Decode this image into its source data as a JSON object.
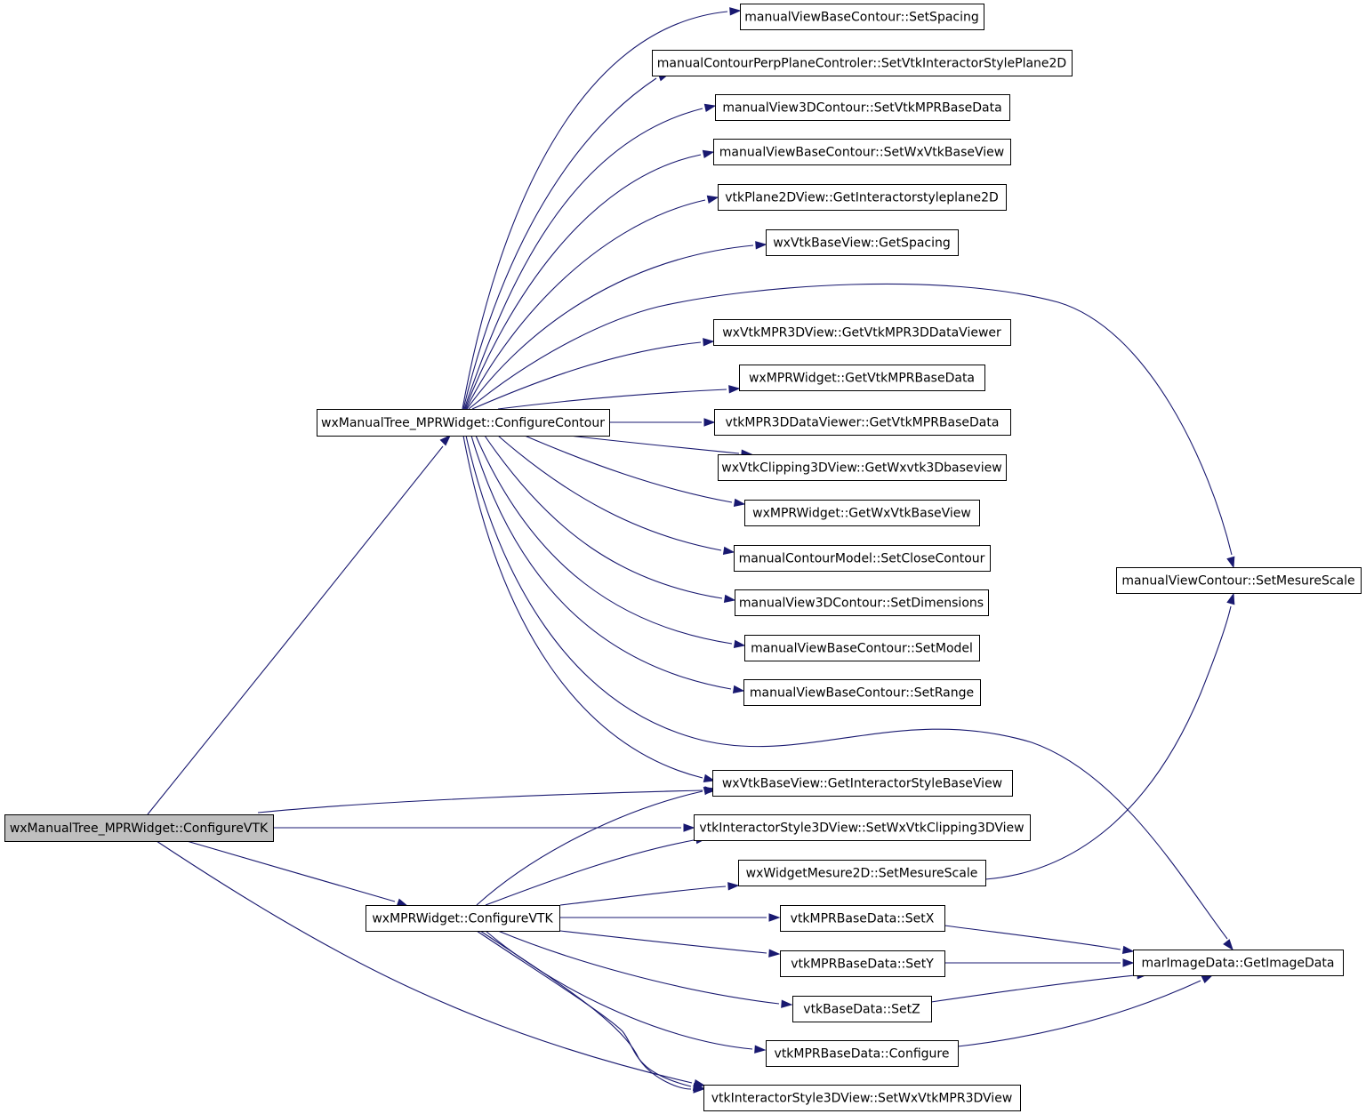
{
  "diagram": {
    "root_color": "#bfbfbf",
    "edge_color": "#191970",
    "nodes": {
      "configure_vtk_root": "wxManualTree_MPRWidget::ConfigureVTK",
      "configure_contour": "wxManualTree_MPRWidget::ConfigureContour",
      "mpr_configure_vtk": "wxMPRWidget::ConfigureVTK",
      "set_spacing": "manualViewBaseContour::SetSpacing",
      "set_vtk_interactor_style_plane2d": "manualContourPerpPlaneControler::SetVtkInteractorStylePlane2D",
      "set_vtk_mpr_base_data": "manualView3DContour::SetVtkMPRBaseData",
      "set_wx_vtk_base_view": "manualViewBaseContour::SetWxVtkBaseView",
      "get_interactorstyleplane2d": "vtkPlane2DView::GetInteractorstyleplane2D",
      "get_spacing": "wxVtkBaseView::GetSpacing",
      "get_vtk_mpr3d_data_viewer": "wxVtkMPR3DView::GetVtkMPR3DDataViewer",
      "mpr_get_vtk_mpr_base_data": "wxMPRWidget::GetVtkMPRBaseData",
      "viewer_get_vtk_mpr_base_data": "vtkMPR3DDataViewer::GetVtkMPRBaseData",
      "get_wxvtk3dbaseview": "wxVtkClipping3DView::GetWxvtk3Dbaseview",
      "get_wx_vtk_base_view": "wxMPRWidget::GetWxVtkBaseView",
      "set_close_contour": "manualContourModel::SetCloseContour",
      "set_dimensions": "manualView3DContour::SetDimensions",
      "set_model": "manualViewBaseContour::SetModel",
      "set_range": "manualViewBaseContour::SetRange",
      "get_interactor_style_base_view": "wxVtkBaseView::GetInteractorStyleBaseView",
      "set_wx_vtk_clipping3d_view": "vtkInteractorStyle3DView::SetWxVtkClipping3DView",
      "widget_set_mesure_scale": "wxWidgetMesure2D::SetMesureScale",
      "set_x": "vtkMPRBaseData::SetX",
      "set_y": "vtkMPRBaseData::SetY",
      "set_z": "vtkBaseData::SetZ",
      "configure": "vtkMPRBaseData::Configure",
      "set_wx_vtk_mpr3d_view": "vtkInteractorStyle3DView::SetWxVtkMPR3DView",
      "set_mesure_scale": "manualViewContour::SetMesureScale",
      "get_image_data": "marImageData::GetImageData"
    }
  }
}
